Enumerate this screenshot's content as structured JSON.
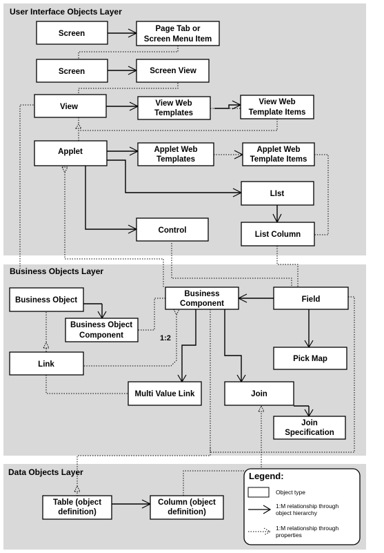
{
  "layers": {
    "ui": "User Interface Objects Layer",
    "business": "Business Objects  Layer",
    "data": "Data Objects Layer"
  },
  "nodes": {
    "screen1": [
      "Screen"
    ],
    "page_tab": [
      "Page Tab or",
      "Screen Menu  Item"
    ],
    "screen2": [
      "Screen"
    ],
    "screen_view": [
      "Screen View"
    ],
    "view": [
      "View"
    ],
    "view_web_templates": [
      "View Web",
      "Templates"
    ],
    "view_web_template_items": [
      "View Web",
      "Template Items"
    ],
    "applet": [
      "Applet"
    ],
    "applet_web_templates": [
      "Applet Web",
      "Templates"
    ],
    "applet_web_template_items": [
      "Applet Web",
      "Template Items"
    ],
    "list": [
      "LIst"
    ],
    "control": [
      "Control"
    ],
    "list_column": [
      "List Column"
    ],
    "business_object": [
      "Business Object"
    ],
    "business_component": [
      "Business",
      "Component"
    ],
    "field": [
      "Field"
    ],
    "bo_component": [
      "Business Object",
      "Component"
    ],
    "link": [
      "Link"
    ],
    "pick_map": [
      "Pick Map"
    ],
    "multi_value_link": [
      "Multi Value Link"
    ],
    "join": [
      "Join"
    ],
    "join_specification": [
      "Join",
      "Specification"
    ],
    "table": [
      "Table (object",
      "definition)"
    ],
    "column": [
      "Column (object",
      "definition)"
    ]
  },
  "ratio_label": "1:2",
  "legend": {
    "title": "Legend:",
    "object_type": "Object type",
    "hierarchy": [
      "1:M relationship through",
      "object hierarchy"
    ],
    "properties": [
      "1:M relationship through",
      "properties"
    ]
  },
  "colors": {
    "layer_fill": "#d9d9d9",
    "box_fill": "#ffffff",
    "line": "#000000"
  }
}
